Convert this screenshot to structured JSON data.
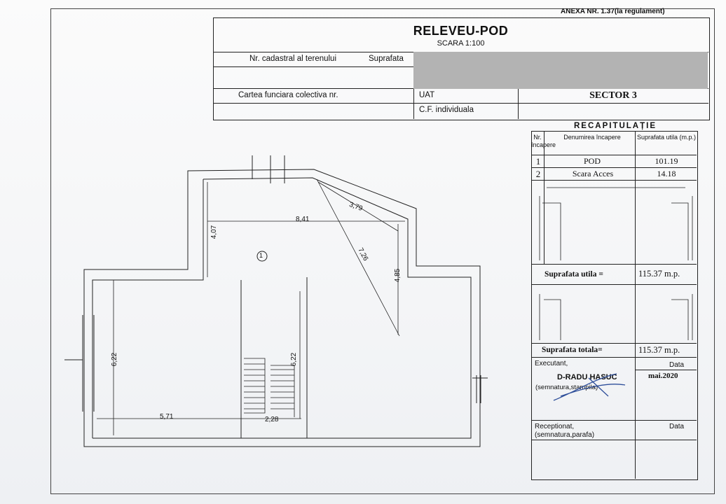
{
  "annex": "ANEXA NR. 1.37(la regulament)",
  "title_block": {
    "title": "RELEVEU-POD",
    "scale": "SCARA 1:100",
    "nr_cadastral_label": "Nr. cadastral al terenului",
    "suprafata_label": "Suprafata",
    "carte_funciara_label": "Cartea funciara colectiva nr.",
    "uat_label": "UAT",
    "sector_value": "SECTOR 3",
    "cf_individuala_label": "C.F. individuala"
  },
  "recap": {
    "title": "RECAPITULAȚIE",
    "col_nr": "Nr. încapere",
    "col_den": "Denumirea încapere",
    "col_suprafata": "Suprafata utila (m.p.)",
    "rows": [
      {
        "nr": "1",
        "name": "POD",
        "area": "101.19"
      },
      {
        "nr": "2",
        "name": "Scara Acces",
        "area": "14.18"
      }
    ],
    "util_label": "Suprafata utila =",
    "util_value": "115.37 m.p.",
    "total_label": "Suprafata totala=",
    "total_value": "115.37 m.p.",
    "executant_label": "Executant,",
    "data_label": "Data",
    "executant_name": "D-RADU HASUC",
    "executant_sign_sub": "(semnatura,stampila)",
    "executant_date": "mai.2020",
    "receptionat_label": "Receptionat,",
    "receptionat_sub": "(semnatura,parafa)",
    "data_label2": "Data"
  },
  "plan": {
    "room_number": "1",
    "dims": [
      "8,41",
      "4,07",
      "3,79",
      "7,26",
      "4,85",
      "6,22",
      "6,22",
      "5,71",
      "2,28"
    ]
  }
}
